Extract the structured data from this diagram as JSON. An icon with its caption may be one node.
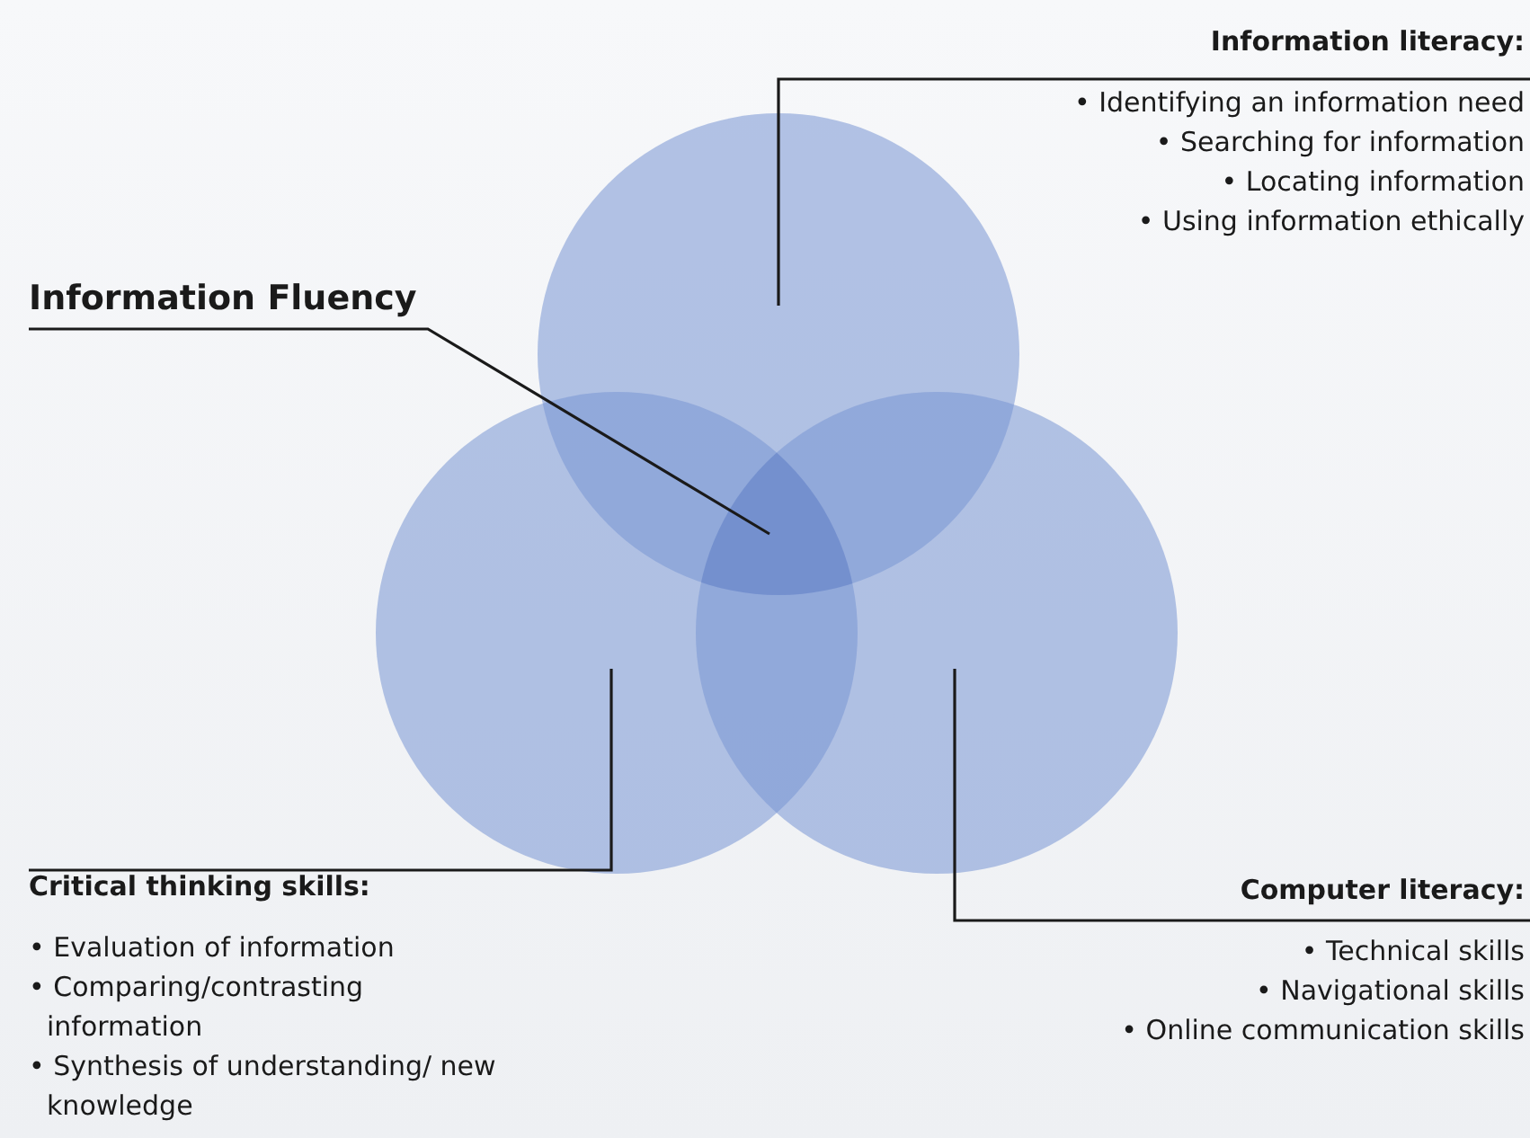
{
  "diagram": {
    "nodes": [
      {
        "text": [],
        "shape": "circle"
      },
      {
        "text": [],
        "shape": "circle"
      },
      {
        "text": [],
        "shape": "circle"
      },
      {
        "text": [
          "Information literacy:",
          "• Identifying an information need",
          "• Searching for information",
          "• Locating information",
          "• Using information ethically"
        ]
      },
      {
        "text": [
          "Information Fluency"
        ]
      },
      {
        "text": [
          "Critical thinking skills:",
          "• Evaluation of information",
          "• Comparing/contrasting information",
          "• Synthesis of understanding/ new knowledge"
        ]
      },
      {
        "text": [
          "Computer literacy:",
          "• Technical skills",
          "• Navigational skills",
          "• Online communication skills"
        ]
      },
      {
        "text": [],
        "shape": "circle"
      }
    ],
    "edges": [
      {
        "from": 3,
        "to": 0,
        "arrow": "none"
      },
      {
        "from": 4,
        "to": 7,
        "arrow": "none"
      },
      {
        "from": 5,
        "to": 1,
        "arrow": "none"
      },
      {
        "from": 6,
        "to": 2,
        "arrow": "none"
      }
    ]
  }
}
